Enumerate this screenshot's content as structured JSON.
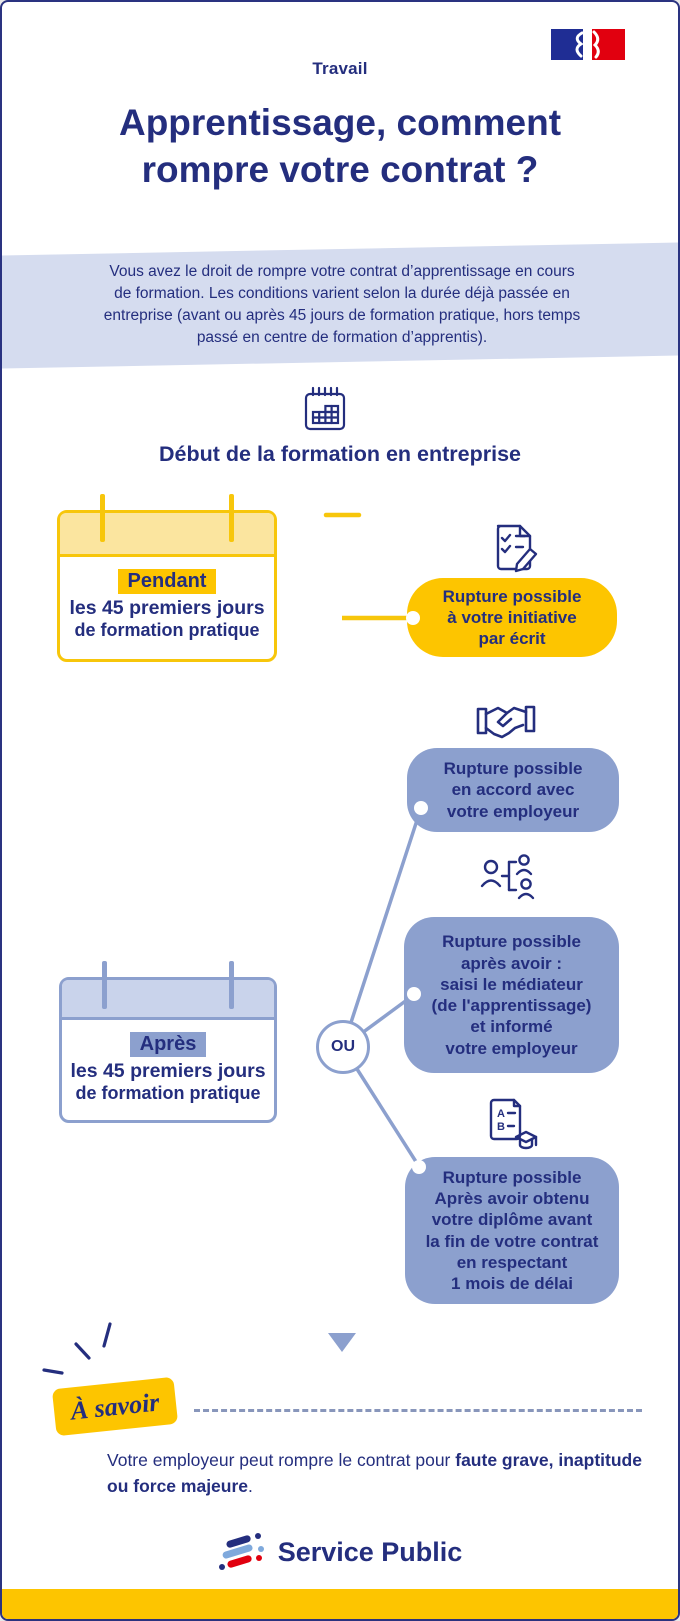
{
  "colors": {
    "navy": "#242e7e",
    "gold": "#fdc500",
    "gold_border": "#f7c60b",
    "gold_light": "#fbe59f",
    "periwinkle": "#8ca0ce",
    "periwinkle_light": "#c9d3eb",
    "band_blue": "#d5dcef",
    "flag_blue": "#1f2d94",
    "flag_red": "#e1000f",
    "logo_light_blue": "#7fa9dc"
  },
  "header": {
    "category": "Travail",
    "title": "Apprentissage, comment\nrompre votre contrat ?",
    "flag_icon": "french-government-marianne-logo"
  },
  "intro": {
    "text": "Vous avez le droit de rompre votre contrat d’apprentissage en cours\nde formation. Les conditions varient selon la durée déjà passée en\nentreprise (avant ou après 45 jours de formation pratique, hors temps\npassé en centre de formation d’apprentis)."
  },
  "timeline": {
    "calendar_icon": "calendar-icon",
    "start_label": "Début de la formation en entreprise",
    "or_label": "OU",
    "arrow_icon": "down-arrow"
  },
  "periods": [
    {
      "highlight": "Pendant",
      "line1": "les 45 premiers jours",
      "line2": "de formation pratique",
      "style": "yellow"
    },
    {
      "highlight": "Après",
      "line1": "les 45 premiers jours",
      "line2": "de formation pratique",
      "style": "blue"
    }
  ],
  "options": [
    {
      "icon": "document-signature-icon",
      "text": "Rupture possible\nà votre initiative\npar écrit",
      "style": "gold"
    },
    {
      "icon": "handshake-icon",
      "text": "Rupture possible\nen accord avec\nvotre employeur",
      "style": "blue"
    },
    {
      "icon": "mediator-people-icon",
      "text": "Rupture possible\naprès avoir :\nsaisi le médiateur\n(de l'apprentissage)\net informé\nvotre employeur",
      "style": "blue"
    },
    {
      "icon": "diploma-icon",
      "text": "Rupture possible\nAprès avoir obtenu\nvotre diplôme avant\nla fin de votre contrat\nen respectant\n1 mois de délai",
      "style": "blue"
    }
  ],
  "know": {
    "badge": "À savoir",
    "text_normal": "Votre employeur peut rompre le contrat pour ",
    "text_bold": "faute grave, inaptitude ou force majeure",
    "text_end": "."
  },
  "footer": {
    "brand": "Service Public",
    "brand_icon": "service-public-logo"
  }
}
